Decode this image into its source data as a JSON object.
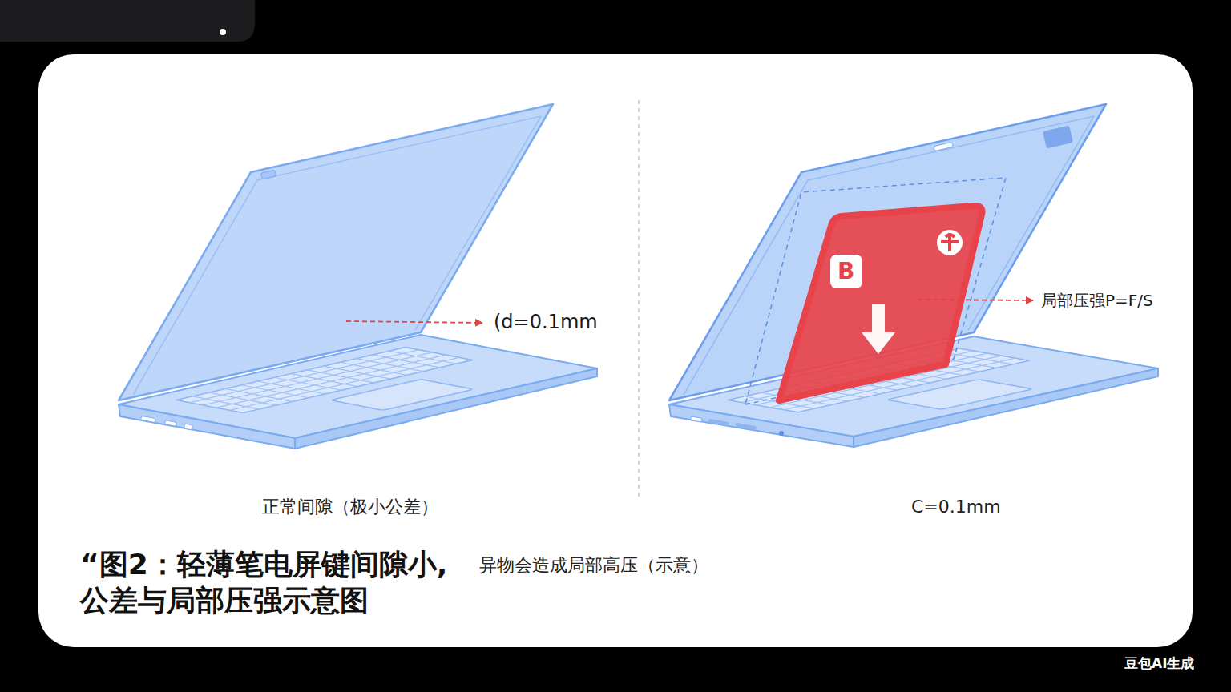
{
  "diagram": {
    "title": "“图2：轻薄笔电屏键间隙小,",
    "caption": "公差与局部压强示意图",
    "labels": [
      "(d=0.1mm",
      "正常间隙（极小公差）",
      "B",
      "局部压强P=F/S",
      "C=0.1mm",
      "异物会造成局部高压（示意）",
      "豆包AI生成"
    ]
  }
}
